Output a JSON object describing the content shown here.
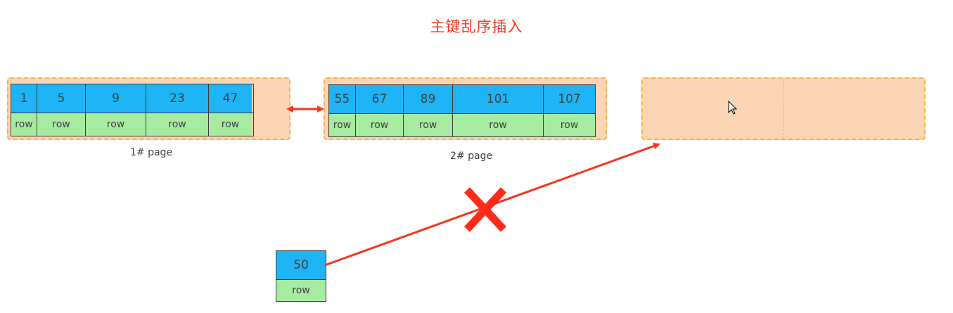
{
  "title": "主键乱序插入",
  "page1": {
    "label": "1# page",
    "keys": [
      "1",
      "5",
      "9",
      "23",
      "47"
    ],
    "rows": [
      "row",
      "row",
      "row",
      "row",
      "row"
    ]
  },
  "page2": {
    "label": "2# page",
    "keys": [
      "55",
      "67",
      "89",
      "101",
      "107"
    ],
    "rows": [
      "row",
      "row",
      "row",
      "row",
      "row"
    ]
  },
  "new_record": {
    "key": "50",
    "row": "row"
  },
  "colors": {
    "key_cell": "#1eb4f5",
    "row_cell": "#a6eba1",
    "page_fill": "#fcd5b5",
    "page_border": "#f5b34a",
    "arrow": "#f2391c",
    "title": "#f2391c"
  }
}
